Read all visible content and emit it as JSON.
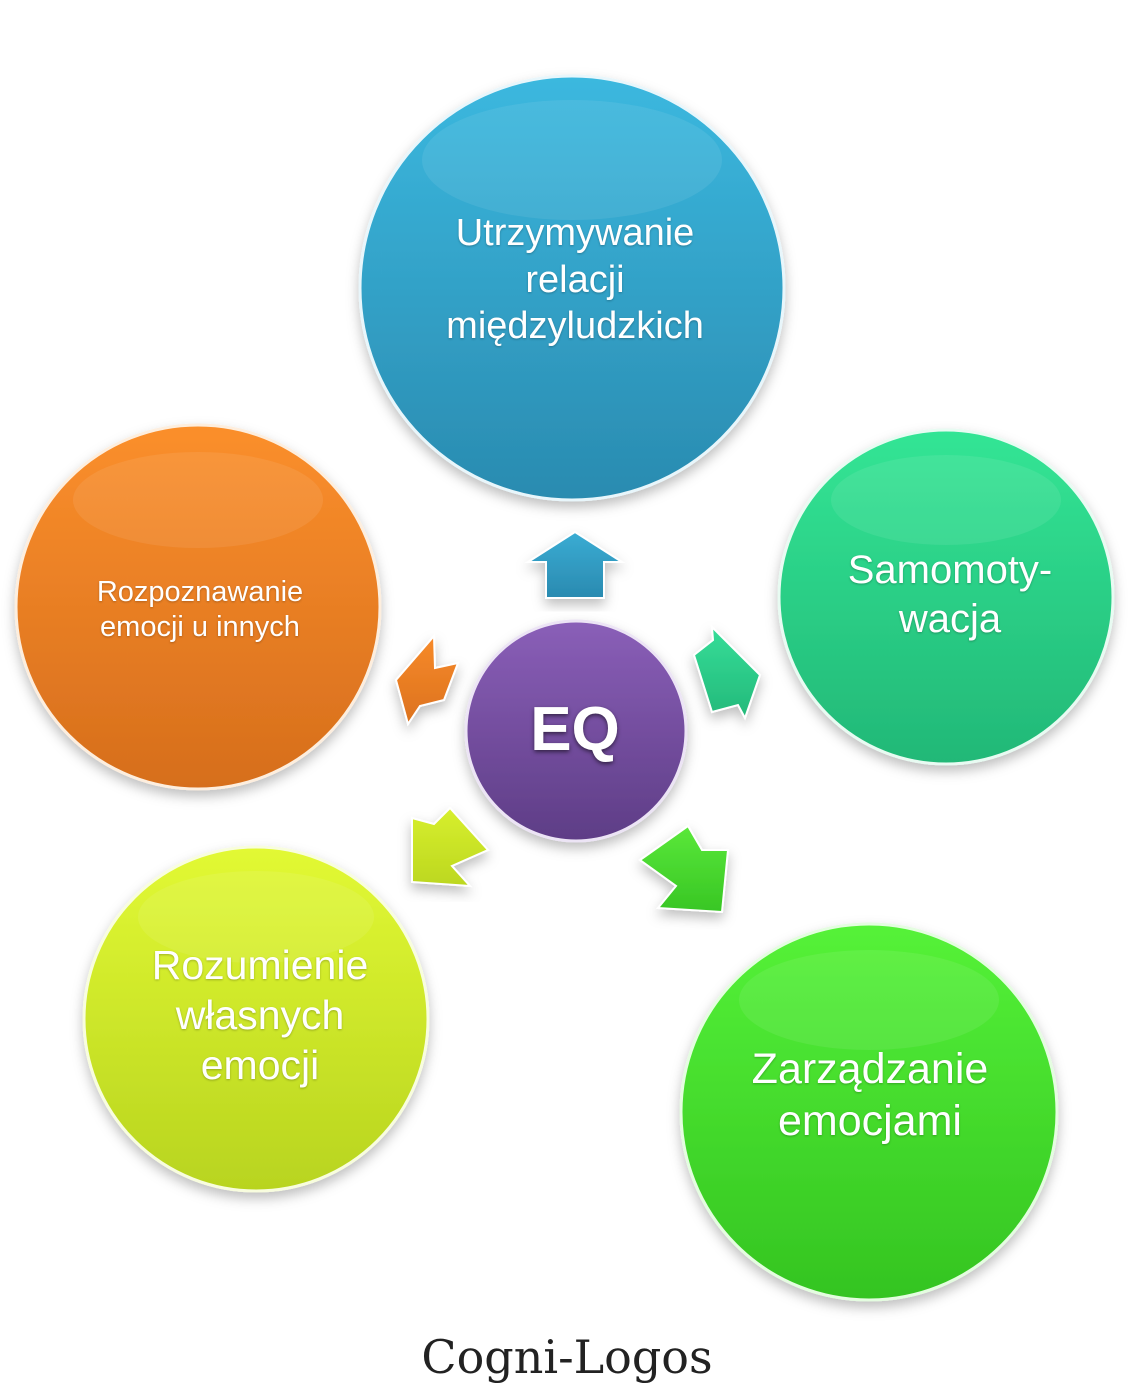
{
  "center": {
    "label": "EQ",
    "color": "#6e4b99"
  },
  "nodes": {
    "top": {
      "label": "Utrzymywanie\nrelacji\nmiędzyludzkich",
      "color": "#2e9fc7"
    },
    "right": {
      "label": "Samomoty-\nwacja",
      "color": "#27c98a"
    },
    "left": {
      "label": "Rozpoznawanie\nemocji u innych",
      "color": "#ea7a22"
    },
    "bottom_left": {
      "label": "Rozumienie\nwłasnych\nemocji",
      "color": "#c9e327"
    },
    "bottom_right": {
      "label": "Zarządzanie\nemocjami",
      "color": "#3dd92a"
    }
  },
  "logo": {
    "text": "Cogni-Logos"
  }
}
